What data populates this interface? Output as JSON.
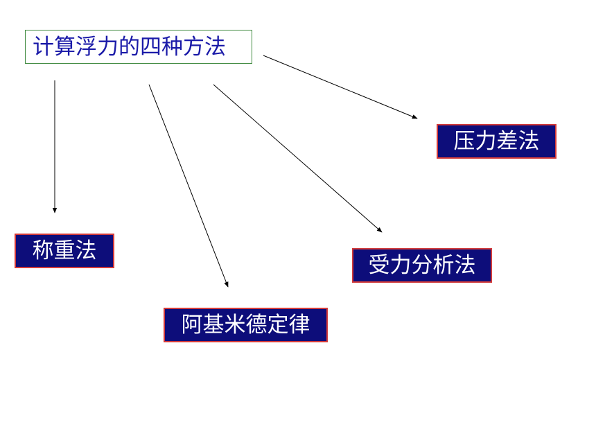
{
  "title": "计算浮力的四种方法",
  "methods": {
    "pressure_difference": "压力差法",
    "weighing": "称重法",
    "force_analysis": "受力分析法",
    "archimedes": "阿基米德定律"
  },
  "colors": {
    "title_text": "#1a1aa8",
    "title_border": "#3f8a3f",
    "box_fill": "#0d0d7a",
    "box_border": "#d23a3a",
    "box_text": "#ffffff",
    "arrow": "#000000"
  }
}
